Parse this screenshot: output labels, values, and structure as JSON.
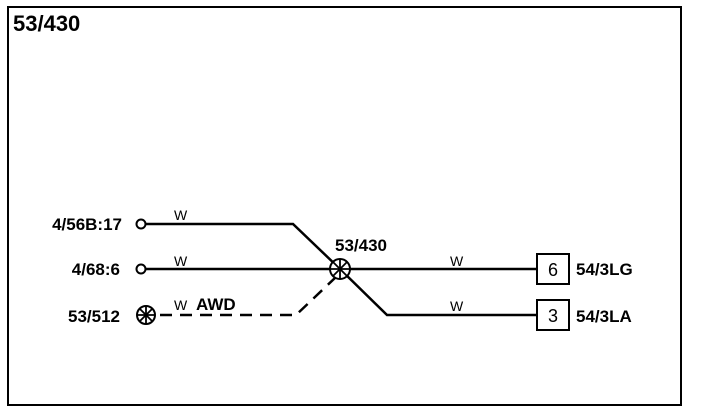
{
  "title": "53/430",
  "splice": {
    "label": "53/430"
  },
  "inputs": [
    {
      "id": "4/56B:17",
      "label": "4/56B:17",
      "connector": "open-circle-terminal",
      "wire_color": "W"
    },
    {
      "id": "4/68:6",
      "label": "4/68:6",
      "connector": "open-circle-terminal",
      "wire_color": "W"
    },
    {
      "id": "53/512",
      "label": "53/512",
      "connector": "splice-symbol",
      "wire_color": "W",
      "note": "AWD",
      "dashed": true
    }
  ],
  "outputs": [
    {
      "pin": "6",
      "label": "54/3LG",
      "wire_color": "W"
    },
    {
      "pin": "3",
      "label": "54/3LA",
      "wire_color": "W"
    }
  ],
  "colors": {
    "line": "#000000",
    "background": "#ffffff"
  }
}
